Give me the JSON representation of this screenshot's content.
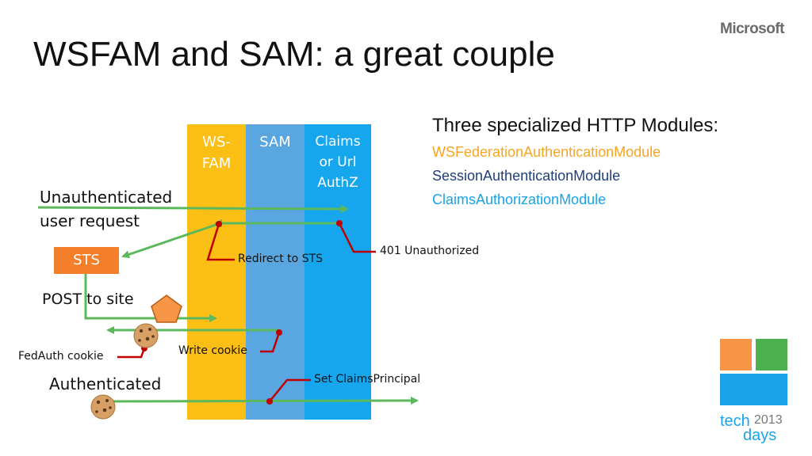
{
  "slide": {
    "title": "WSFAM and SAM: a great couple",
    "logo_text": "Microsoft"
  },
  "pipeline": {
    "columns": [
      {
        "lines": [
          "WS-",
          "FAM"
        ],
        "color": "#fcbf16"
      },
      {
        "lines": [
          "SAM"
        ],
        "color": "#5aa6e1"
      },
      {
        "lines": [
          "Claims",
          "or Url",
          "AuthZ"
        ],
        "color": "#16a6ee"
      }
    ]
  },
  "flow": {
    "unauth_request": [
      "Unauthenticated",
      "user request"
    ],
    "sts": "STS",
    "post_to_site": "POST to site",
    "authenticated": "Authenticated",
    "arrow_color": "#5cb85c"
  },
  "callouts": {
    "redirect_to_sts": "Redirect to STS",
    "unauthorized_401": "401 Unauthorized",
    "fedauth_cookie": "FedAuth cookie",
    "write_cookie": "Write cookie",
    "set_claims_principal": "Set ClaimsPrincipal",
    "connector_color": "#c00000"
  },
  "modules": {
    "heading": "Three specialized HTTP Modules:",
    "items": [
      {
        "name": "WSFederationAuthenticationModule",
        "color": "#f5a623"
      },
      {
        "name": "SessionAuthenticationModule",
        "color": "#1f3f7a"
      },
      {
        "name": "ClaimsAuthorizationModule",
        "color": "#1aa3e8"
      }
    ]
  },
  "event_logo": {
    "word1": "tech",
    "year": "2013",
    "word2": "days",
    "tile_colors": [
      "#f79646",
      "#4caf50",
      "#1aa3e8"
    ]
  }
}
